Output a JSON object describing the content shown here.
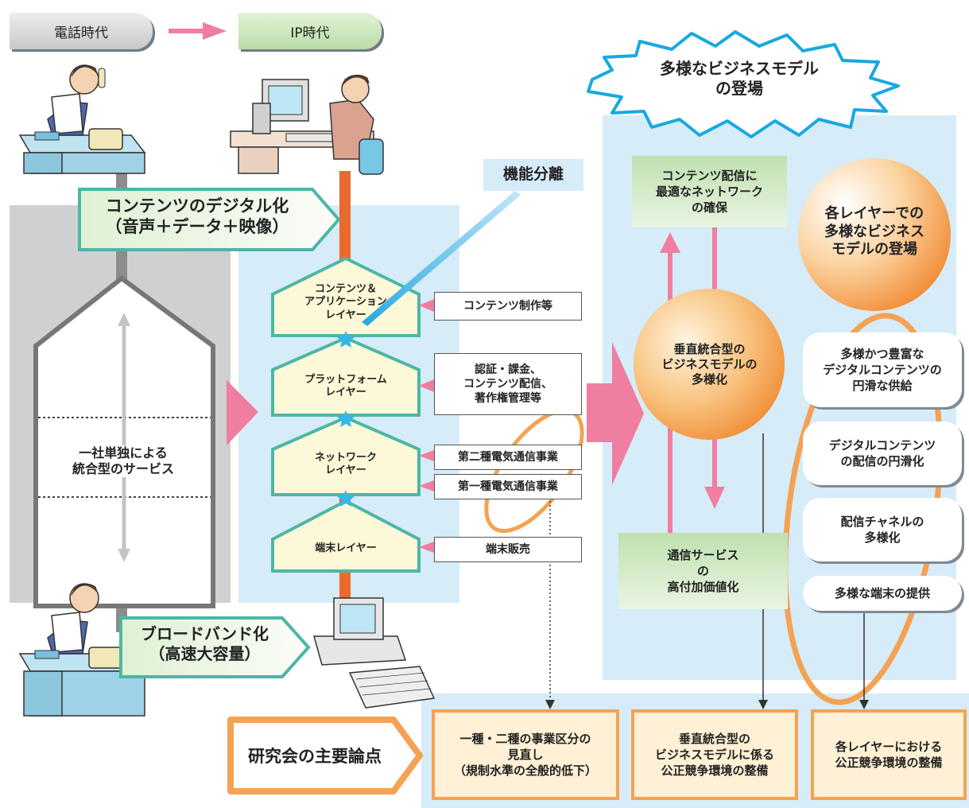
{
  "header": {
    "phone_era": "電話時代",
    "ip_era": "IP時代"
  },
  "burst_title": "多様なビジネスモデル\nの登場",
  "separation_label": "機能分離",
  "digitalization": "コンテンツのデジタル化\n（音声＋データ＋映像）",
  "broadband": "ブロードバンド化\n（高速大容量）",
  "integrated_service": "一社単独による\n統合型のサービス",
  "layers": [
    {
      "label": "コンテンツ＆\nアプリケーション\nレイヤー",
      "business": [
        "コンテンツ制作等"
      ]
    },
    {
      "label": "プラットフォーム\nレイヤー",
      "business": [
        "認証・課金、\nコンテンツ配信、\n著作権管理等"
      ]
    },
    {
      "label": "ネットワーク\nレイヤー",
      "business": [
        "第二種電気通信事業",
        "第一種電気通信事業"
      ]
    },
    {
      "label": "端末レイヤー",
      "business": [
        "端末販売"
      ]
    }
  ],
  "green_top": "コンテンツ配信に\n最適なネットワーク\nの確保",
  "green_bottom": "通信サービス\nの\n高付加価値化",
  "vertical_circle": "垂直統合型の\nビジネスモデルの\n多様化",
  "layer_circle": "各レイヤーでの\n多様なビジネス\nモデルの登場",
  "pills": [
    "多様かつ豊富な\nデジタルコンテンツの\n円滑な供給",
    "デジタルコンテンツ\nの配信の円滑化",
    "配信チャネルの\n多様化",
    "多様な端末の提供"
  ],
  "key_issues_label": "研究会の主要論点",
  "issues": [
    "一種・二種の事業区分の\n見直し\n（規制水準の全般的低下）",
    "垂直統合型の\nビジネスモデルに係る\n公正競争環境の整備",
    "各レイヤーにおける\n公正競争環境の整備"
  ],
  "colors": {
    "pink": "#f07ea0",
    "orange": "#f4a253",
    "teal": "#4db6a5",
    "panel_blue": "#d6ecf8",
    "panel_gray": "#cfd0d2"
  }
}
